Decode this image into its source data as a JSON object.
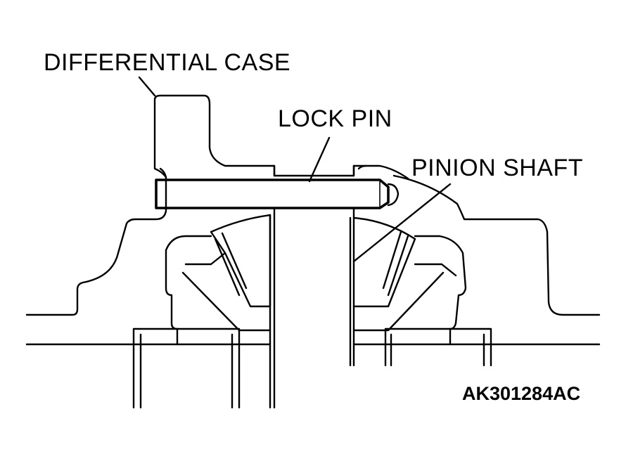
{
  "labels": {
    "differential_case": "DIFFERENTIAL CASE",
    "lock_pin": "LOCK PIN",
    "pinion_shaft": "PINION SHAFT"
  },
  "figure_code": "AK301284AC",
  "colors": {
    "line": "#000000",
    "background": "#ffffff"
  }
}
